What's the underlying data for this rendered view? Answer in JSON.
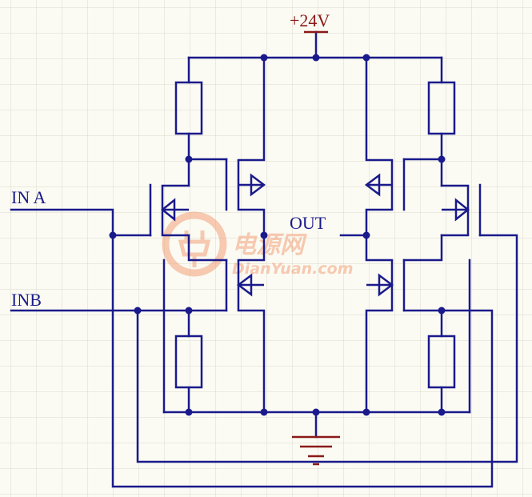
{
  "labels": {
    "supply": "+24V",
    "input_a": "IN A",
    "input_b": "INB",
    "output": "OUT"
  },
  "watermark": {
    "brand": "电源网",
    "domain": "DianYuan.com",
    "icon": "power-plug-icon"
  },
  "colors": {
    "wire": "#1a1a8c",
    "junction": "#1a1a8c",
    "supply_label": "#8b1a1a",
    "ground_symbol": "#8b1a1a",
    "label_text": "#1a1a8c",
    "grid": "#d8d8cc",
    "background": "#fbfbf3",
    "watermark": "#f2a27a"
  }
}
